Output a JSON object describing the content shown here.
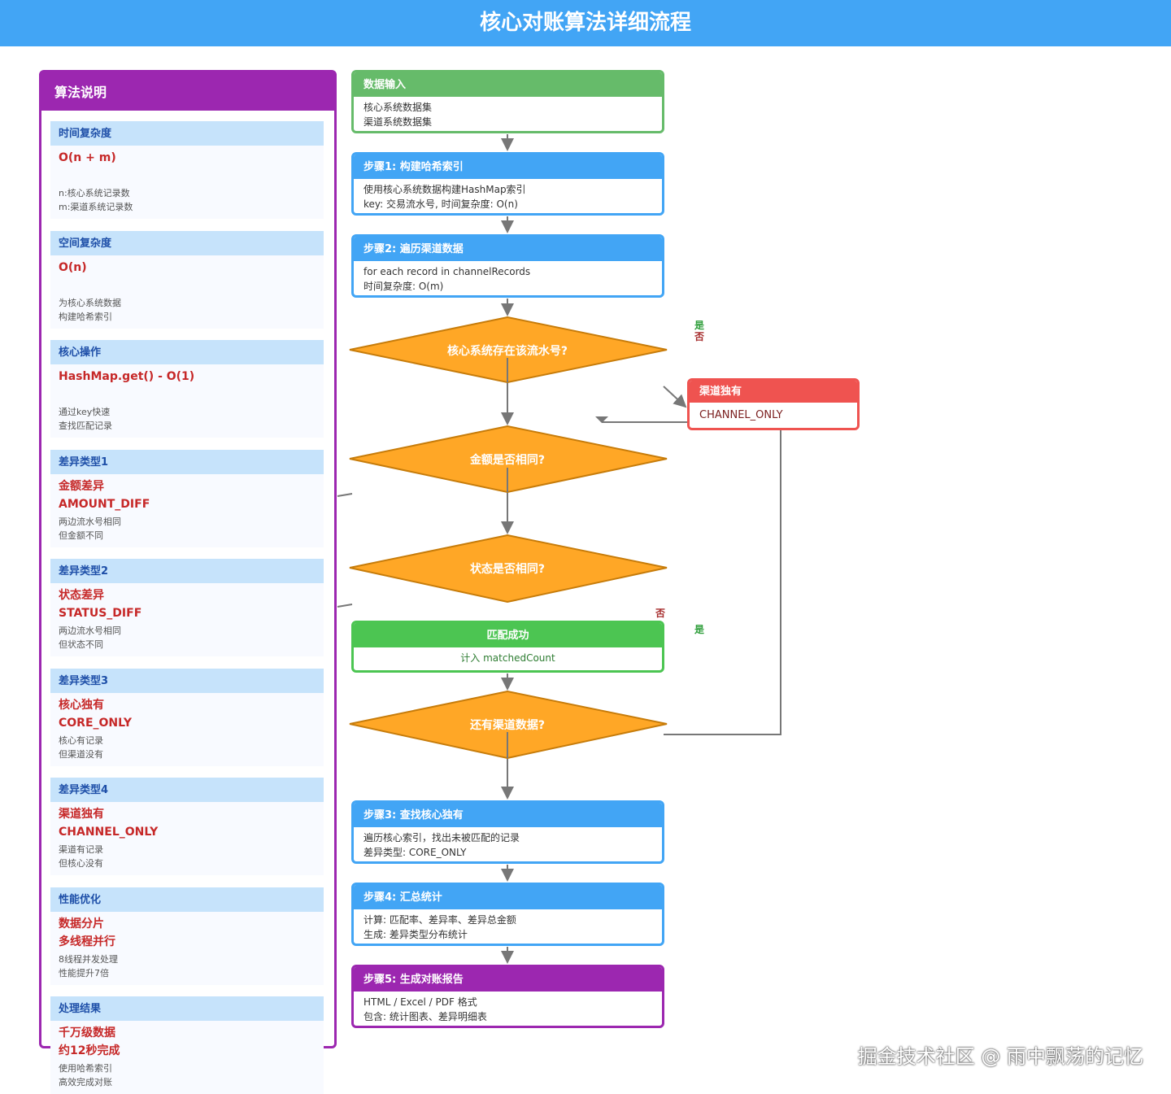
{
  "title": "核心对账算法详细流程",
  "sidebar": {
    "title": "算法说明",
    "sections": [
      {
        "header": "时间复杂度",
        "main": "O(n + m)",
        "desc": "n:核心系统记录数\nm:渠道系统记录数"
      },
      {
        "header": "空间复杂度",
        "main": "O(n)",
        "desc": "为核心系统数据\n构建哈希索引"
      },
      {
        "header": "核心操作",
        "main": "HashMap.get() - O(1)",
        "desc": "通过key快速\n查找匹配记录"
      },
      {
        "header": "差异类型1",
        "main": "金额差异\nAMOUNT_DIFF",
        "desc": "两边流水号相同\n但金额不同"
      },
      {
        "header": "差异类型2",
        "main": "状态差异\nSTATUS_DIFF",
        "desc": "两边流水号相同\n但状态不同"
      },
      {
        "header": "差异类型3",
        "main": "核心独有\nCORE_ONLY",
        "desc": "核心有记录\n但渠道没有"
      },
      {
        "header": "差异类型4",
        "main": "渠道独有\nCHANNEL_ONLY",
        "desc": "渠道有记录\n但核心没有"
      },
      {
        "header": "性能优化",
        "main": "数据分片\n多线程并行",
        "desc": "8线程并发处理\n性能提升7倍"
      },
      {
        "header": "处理结果",
        "main": "千万级数据\n约12秒完成",
        "desc": "使用哈希索引\n高效完成对账"
      }
    ]
  },
  "flow": {
    "input": {
      "title": "数据输入",
      "body": "核心系统数据集\n渠道系统数据集"
    },
    "step1": {
      "title": "步骤1: 构建哈希索引",
      "body": "使用核心系统数据构建HashMap索引\nkey: 交易流水号, 时间复杂度: O(n)"
    },
    "step2": {
      "title": "步骤2: 遍历渠道数据",
      "body": "for each record in channelRecords\n时间复杂度: O(m)"
    },
    "decision1": "核心系统存在该流水号?",
    "decision2": "金额是否相同?",
    "decision3": "状态是否相同?",
    "match": {
      "title": "匹配成功",
      "body": "计入 matchedCount"
    },
    "decision4": "还有渠道数据?",
    "channel_only": {
      "title": "渠道独有",
      "body": "CHANNEL_ONLY"
    },
    "step3": {
      "title": "步骤3: 查找核心独有",
      "body": "遍历核心索引，找出未被匹配的记录\n差异类型: CORE_ONLY"
    },
    "step4": {
      "title": "步骤4: 汇总统计",
      "body": "计算: 匹配率、差异率、差异总金额\n生成: 差异类型分布统计"
    },
    "step5": {
      "title": "步骤5: 生成对账报告",
      "body": "HTML / Excel / PDF 格式\n包含: 统计图表、差异明细表"
    },
    "labels": {
      "yes": "是",
      "no": "否"
    }
  },
  "colors": {
    "blue": "#42a5f5",
    "green": "#66bb6a",
    "match_green": "#4cc552",
    "orange": "#ffa726",
    "red": "#ef5350",
    "purple": "#9c27b0"
  },
  "watermark": "掘金技术社区 @ 雨中飘荡的记忆"
}
